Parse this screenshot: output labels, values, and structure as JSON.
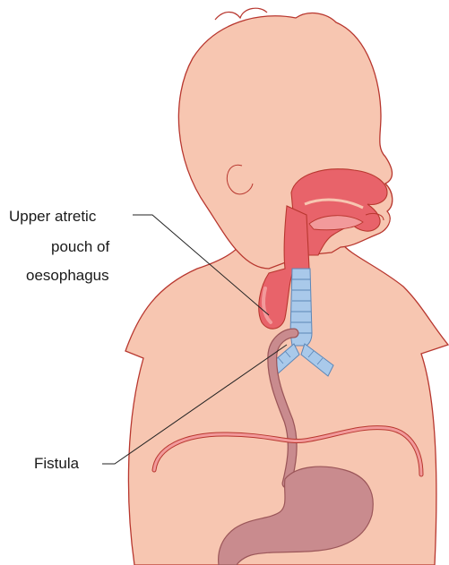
{
  "labels": {
    "upper_pouch": [
      "Upper atretic",
      "pouch of",
      "oesophagus"
    ],
    "fistula": "Fistula"
  },
  "colors": {
    "skin": "#f7c6b1",
    "skin_outline": "#b8372f",
    "pouch": "#e8636a",
    "pouch_light": "#f29a9b",
    "mouth_inner": "#e24e58",
    "trachea": "#a9c9ea",
    "trachea_outline": "#5b86b7",
    "stomach": "#c98b8e",
    "stomach_outline": "#9b5659",
    "leader_line": "#222222"
  }
}
